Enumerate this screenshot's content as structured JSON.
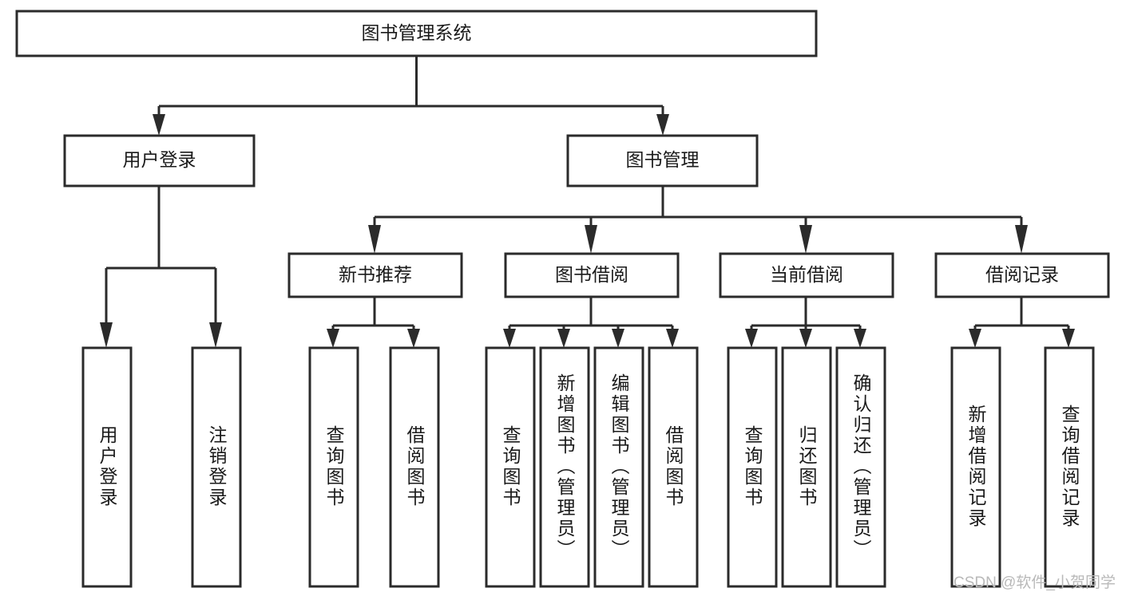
{
  "diagram": {
    "type": "tree-hierarchy",
    "title": "图书管理系统",
    "root": {
      "label": "图书管理系统",
      "id": "root"
    },
    "level2": [
      {
        "id": "user-login",
        "label": "用户登录"
      },
      {
        "id": "book-manage",
        "label": "图书管理"
      }
    ],
    "level3": [
      {
        "id": "new-book-recommend",
        "label": "新书推荐",
        "parent": "book-manage"
      },
      {
        "id": "book-borrow",
        "label": "图书借阅",
        "parent": "book-manage"
      },
      {
        "id": "current-borrow",
        "label": "当前借阅",
        "parent": "book-manage"
      },
      {
        "id": "borrow-record",
        "label": "借阅记录",
        "parent": "book-manage"
      }
    ],
    "leaves": [
      {
        "id": "leaf-user-login",
        "label": "用户登录",
        "parent": "user-login"
      },
      {
        "id": "leaf-user-logout",
        "label": "注销登录",
        "parent": "user-login"
      },
      {
        "id": "leaf-query-book-1",
        "label": "查询图书",
        "parent": "new-book-recommend"
      },
      {
        "id": "leaf-borrow-book-1",
        "label": "借阅图书",
        "parent": "new-book-recommend"
      },
      {
        "id": "leaf-query-book-2",
        "label": "查询图书",
        "parent": "book-borrow"
      },
      {
        "id": "leaf-add-book",
        "label": "新增图书（管理员）",
        "parent": "book-borrow"
      },
      {
        "id": "leaf-edit-book",
        "label": "编辑图书（管理员）",
        "parent": "book-borrow"
      },
      {
        "id": "leaf-borrow-book-2",
        "label": "借阅图书",
        "parent": "book-borrow"
      },
      {
        "id": "leaf-query-book-3",
        "label": "查询图书",
        "parent": "current-borrow"
      },
      {
        "id": "leaf-return-book",
        "label": "归还图书",
        "parent": "current-borrow"
      },
      {
        "id": "leaf-confirm-return",
        "label": "确认归还（管理员）",
        "parent": "current-borrow"
      },
      {
        "id": "leaf-add-record",
        "label": "新增借阅记录",
        "parent": "borrow-record"
      },
      {
        "id": "leaf-query-record",
        "label": "查询借阅记录",
        "parent": "borrow-record"
      }
    ],
    "colors": {
      "stroke": "#2b2b2b",
      "fill": "#ffffff",
      "text": "#1a1a1a",
      "watermark": "#b9b9b9"
    }
  },
  "watermark": {
    "text": "CSDN @软件_小贺同学"
  }
}
